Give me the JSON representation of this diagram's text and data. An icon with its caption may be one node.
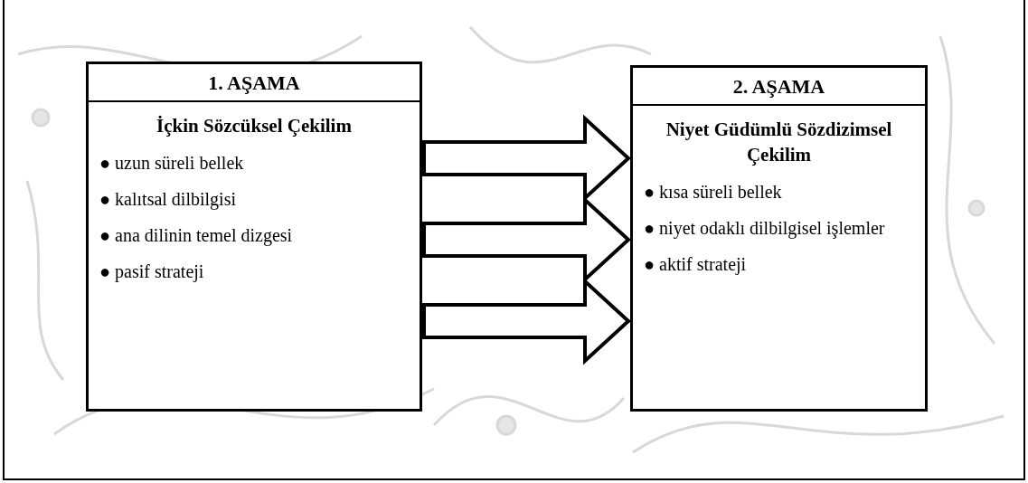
{
  "diagram": {
    "nodes": [
      {
        "text": [
          "1. AŞAMA",
          "İçkin Sözcüksel Çekilim",
          "● uzun süreli bellek",
          "● kalıtsal dilbilgisi",
          "● ana dilinin temel dizgesi",
          "● pasif strateji"
        ]
      },
      {
        "text": [
          "2. AŞAMA",
          "Niyet Güdümlü Sözdizimsel Çekilim",
          "● kısa süreli bellek",
          "● niyet odaklı dilbilgisel işlemler",
          "● aktif strateji"
        ]
      }
    ],
    "edges": [
      {
        "from": 0,
        "to": 1,
        "arrow": "to"
      },
      {
        "from": 0,
        "to": 1,
        "arrow": "to"
      },
      {
        "from": 0,
        "to": 1,
        "arrow": "to"
      }
    ]
  }
}
